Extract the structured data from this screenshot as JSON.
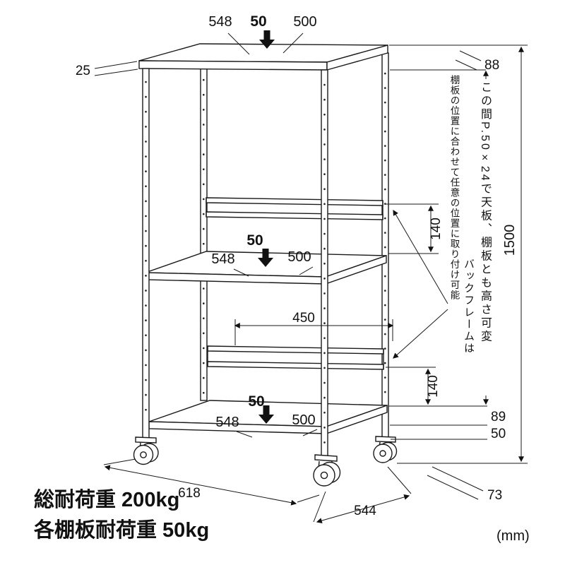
{
  "colors": {
    "accent": "#00AEEF",
    "ink": "#111111"
  },
  "dims": {
    "top_width": "548",
    "top_depth": "500",
    "top_load": "50",
    "board_thickness": "25",
    "top_offset": "88",
    "overall_height": "1500",
    "gap_upper": "140",
    "gap_lower": "140",
    "mid_width": "548",
    "mid_depth": "500",
    "mid_load": "50",
    "back_frame_width": "450",
    "bottom_width": "548",
    "bottom_depth": "500",
    "bottom_load": "50",
    "bottom_offset_a": "89",
    "bottom_offset_b": "50",
    "caster_height": "73",
    "outer_width": "618",
    "outer_depth": "544"
  },
  "notes": {
    "back_frame_title": "バックフレームは",
    "back_frame_desc": "棚板の位置に合わせて任意の位置に取り付け可能",
    "pitch_note": "この間P.50×24で天板、棚板とも高さ可変"
  },
  "footer": {
    "load_total": "総耐荷重 200kg",
    "load_per_shelf": "各棚板耐荷重 50kg",
    "unit": "(mm)"
  }
}
